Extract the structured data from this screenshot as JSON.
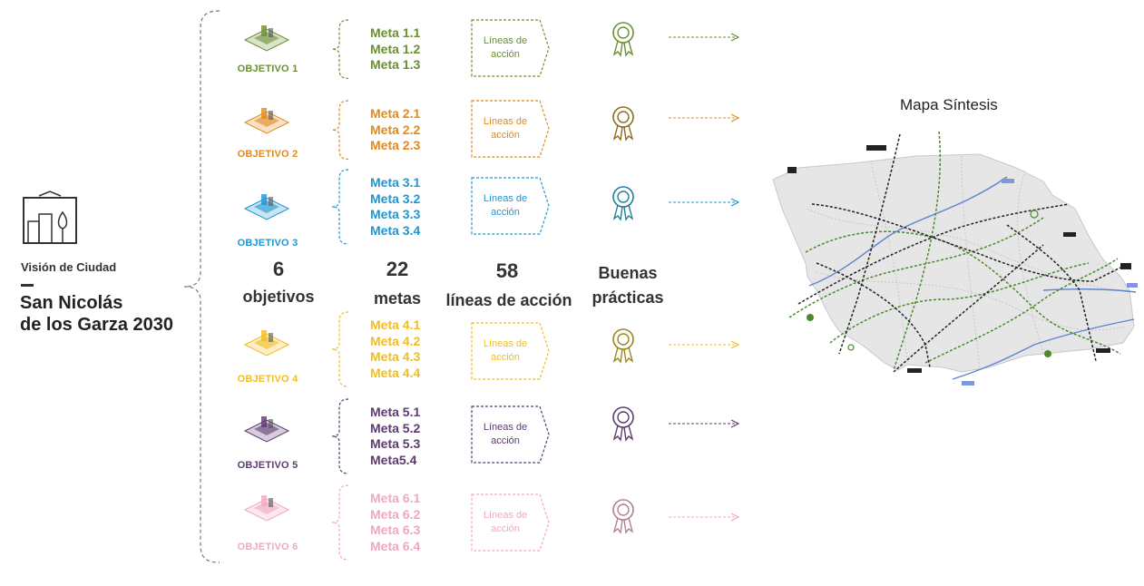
{
  "vision": {
    "label": "Visión de Ciudad",
    "title_line1": "San Nicolás",
    "title_line2": "de los Garza 2030"
  },
  "stats": [
    {
      "number": "6",
      "label": "objetivos"
    },
    {
      "number": "22",
      "label": "metas"
    },
    {
      "number": "58",
      "label": "líneas de acción"
    },
    {
      "number": "",
      "label_line1": "Buenas",
      "label_line2": "prácticas"
    }
  ],
  "objectives": [
    {
      "label": "OBJETIVO 1",
      "color": "#6a8f32",
      "metas": [
        "Meta 1.1",
        "Meta 1.2",
        "Meta 1.3"
      ],
      "lineas_line1": "Líneas de",
      "lineas_line2": "acción",
      "icon": "urban-forest-icon"
    },
    {
      "label": "OBJETIVO 2",
      "color": "#e08a1e",
      "metas": [
        "Meta 2.1",
        "Meta 2.2",
        "Meta 2.3"
      ],
      "lineas_line1": "Líneas de",
      "lineas_line2": "acción",
      "icon": "city-block-icon"
    },
    {
      "label": "OBJETIVO 3",
      "color": "#1e96d2",
      "metas": [
        "Meta 3.1",
        "Meta 3.2",
        "Meta 3.3",
        "Meta 3.4"
      ],
      "lineas_line1": "Líneas de",
      "lineas_line2": "acción",
      "icon": "water-city-icon"
    },
    {
      "label": "OBJETIVO 4",
      "color": "#f2bd1d",
      "metas": [
        "Meta 4.1",
        "Meta 4.2",
        "Meta 4.3",
        "Meta 4.4"
      ],
      "lineas_line1": "Líneas de",
      "lineas_line2": "acción",
      "icon": "community-icon"
    },
    {
      "label": "OBJETIVO 5",
      "color": "#5c3a72",
      "metas": [
        "Meta 5.1",
        "Meta 5.2",
        "Meta 5.3",
        "Meta5.4"
      ],
      "lineas_line1": "Líneas de",
      "lineas_line2": "acción",
      "icon": "public-space-icon"
    },
    {
      "label": "OBJETIVO 6",
      "color": "#f2a6c4",
      "metas": [
        "Meta 6.1",
        "Meta 6.2",
        "Meta 6.3",
        "Meta 6.4"
      ],
      "lineas_line1": "Líneas de",
      "lineas_line2": "acción",
      "icon": "dense-city-icon"
    }
  ],
  "medal_colors": [
    "#6a8f32",
    "#8a6a1e",
    "#1e7f9a",
    "#9a8620",
    "#5c3a72",
    "#b08090"
  ],
  "map": {
    "title": "Mapa Síntesis",
    "icon": "synthesis-map-icon"
  }
}
